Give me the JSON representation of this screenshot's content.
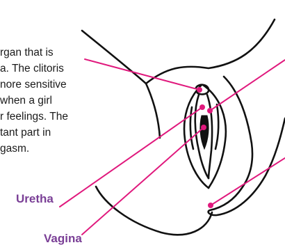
{
  "description": {
    "lines": [
      "rgan that is",
      "a. The clitoris",
      "nore sensitive",
      "when a girl",
      "r feelings. The",
      "tant part in",
      "gasm."
    ]
  },
  "labels": {
    "urethra": "Uretha",
    "vagina": "Vagina"
  },
  "colors": {
    "pointer_line": "#e0197d",
    "pointer_dot": "#e0197d",
    "label_text": "#7a3f96",
    "outline": "#111111"
  }
}
